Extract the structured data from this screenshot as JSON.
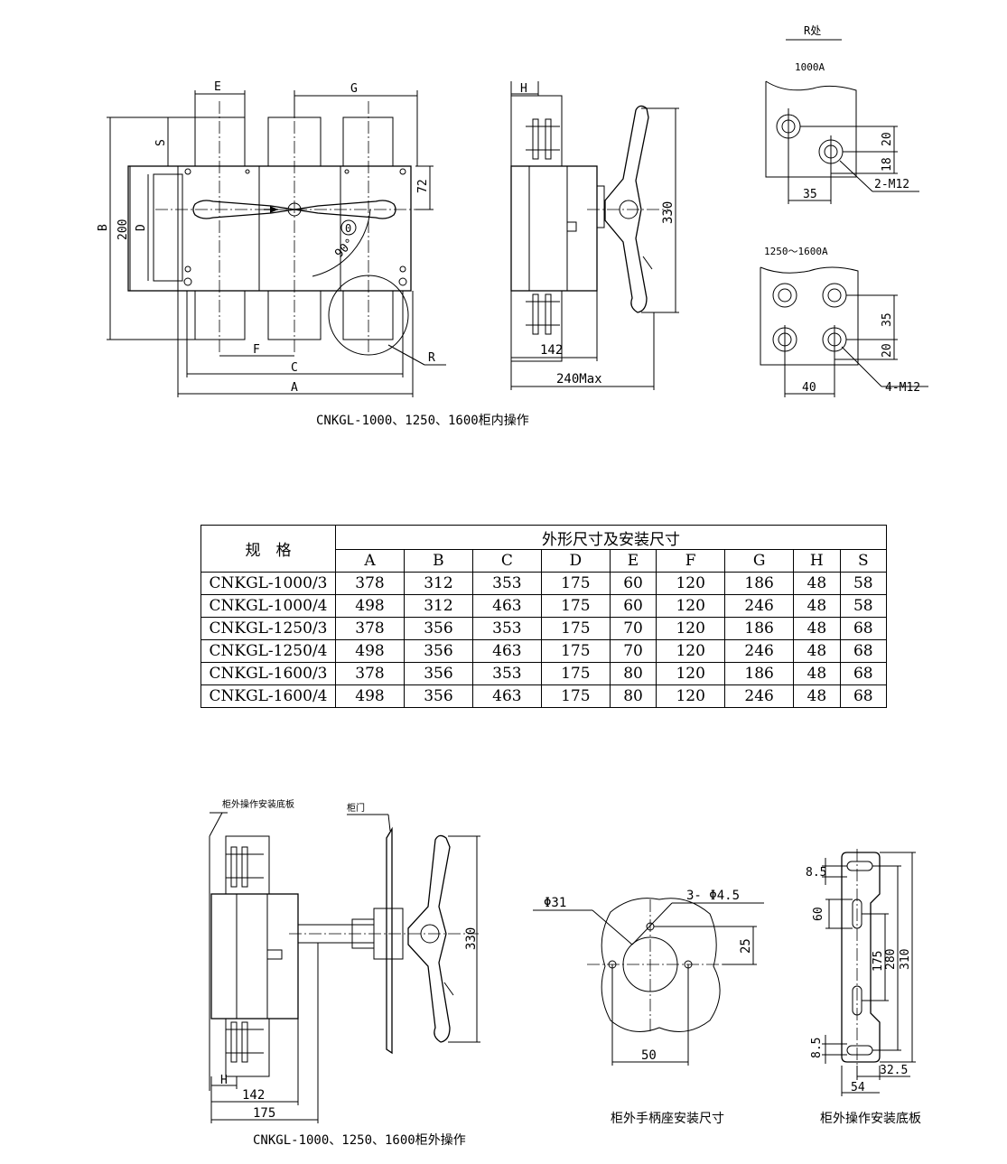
{
  "top": {
    "caption": "CNKGL-1000、1250、1600柜内操作",
    "front_labels": {
      "E": "E",
      "G": "G",
      "S": "S",
      "B": "B",
      "dim200": "200",
      "D": "D",
      "dim72": "72",
      "F": "F",
      "C": "C",
      "A": "A",
      "R": "R",
      "angle": "90°",
      "zero": "0"
    },
    "side_labels": {
      "H": "H",
      "dim330": "330",
      "dim142": "142",
      "dim240": "240Max"
    },
    "r_detail": {
      "title": "R处",
      "sub1000": "1000A",
      "d20": "20",
      "d18": "18",
      "d35": "35",
      "m12_2": "2-M12",
      "sub1250": "1250～1600A",
      "d35b": "35",
      "d20b": "20",
      "d40": "40",
      "m12_4": "4-M12"
    }
  },
  "table": {
    "spec_header": "规　格",
    "group_header": "外形尺寸及安装尺寸",
    "columns": [
      "A",
      "B",
      "C",
      "D",
      "E",
      "F",
      "G",
      "H",
      "S"
    ],
    "rows": [
      {
        "model": "CNKGL-1000/3",
        "values": [
          "378",
          "312",
          "353",
          "175",
          "60",
          "120",
          "186",
          "48",
          "58"
        ]
      },
      {
        "model": "CNKGL-1000/4",
        "values": [
          "498",
          "312",
          "463",
          "175",
          "60",
          "120",
          "246",
          "48",
          "58"
        ]
      },
      {
        "model": "CNKGL-1250/3",
        "values": [
          "378",
          "356",
          "353",
          "175",
          "70",
          "120",
          "186",
          "48",
          "68"
        ]
      },
      {
        "model": "CNKGL-1250/4",
        "values": [
          "498",
          "356",
          "463",
          "175",
          "70",
          "120",
          "246",
          "48",
          "68"
        ]
      },
      {
        "model": "CNKGL-1600/3",
        "values": [
          "378",
          "356",
          "353",
          "175",
          "80",
          "120",
          "186",
          "48",
          "68"
        ]
      },
      {
        "model": "CNKGL-1600/4",
        "values": [
          "498",
          "356",
          "463",
          "175",
          "80",
          "120",
          "246",
          "48",
          "68"
        ]
      }
    ]
  },
  "bottom": {
    "caption_left": "CNKGL-1000、1250、1600柜外操作",
    "plate_label": "柜外操作安装底板",
    "door_label": "柜门",
    "left_dims": {
      "dim330": "330",
      "H": "H",
      "dim142": "142",
      "dim175": "175"
    },
    "handle_seat": {
      "caption": "柜外手柄座安装尺寸",
      "phi31": "Φ31",
      "phi45": "3- Φ4.5",
      "d25": "25",
      "d50": "50"
    },
    "base_plate": {
      "caption": "柜外操作安装底板",
      "d85a": "8.5",
      "d60": "60",
      "d175": "175",
      "d280": "280",
      "d310": "310",
      "d85b": "8.5",
      "d325": "32.5",
      "d54": "54"
    }
  }
}
